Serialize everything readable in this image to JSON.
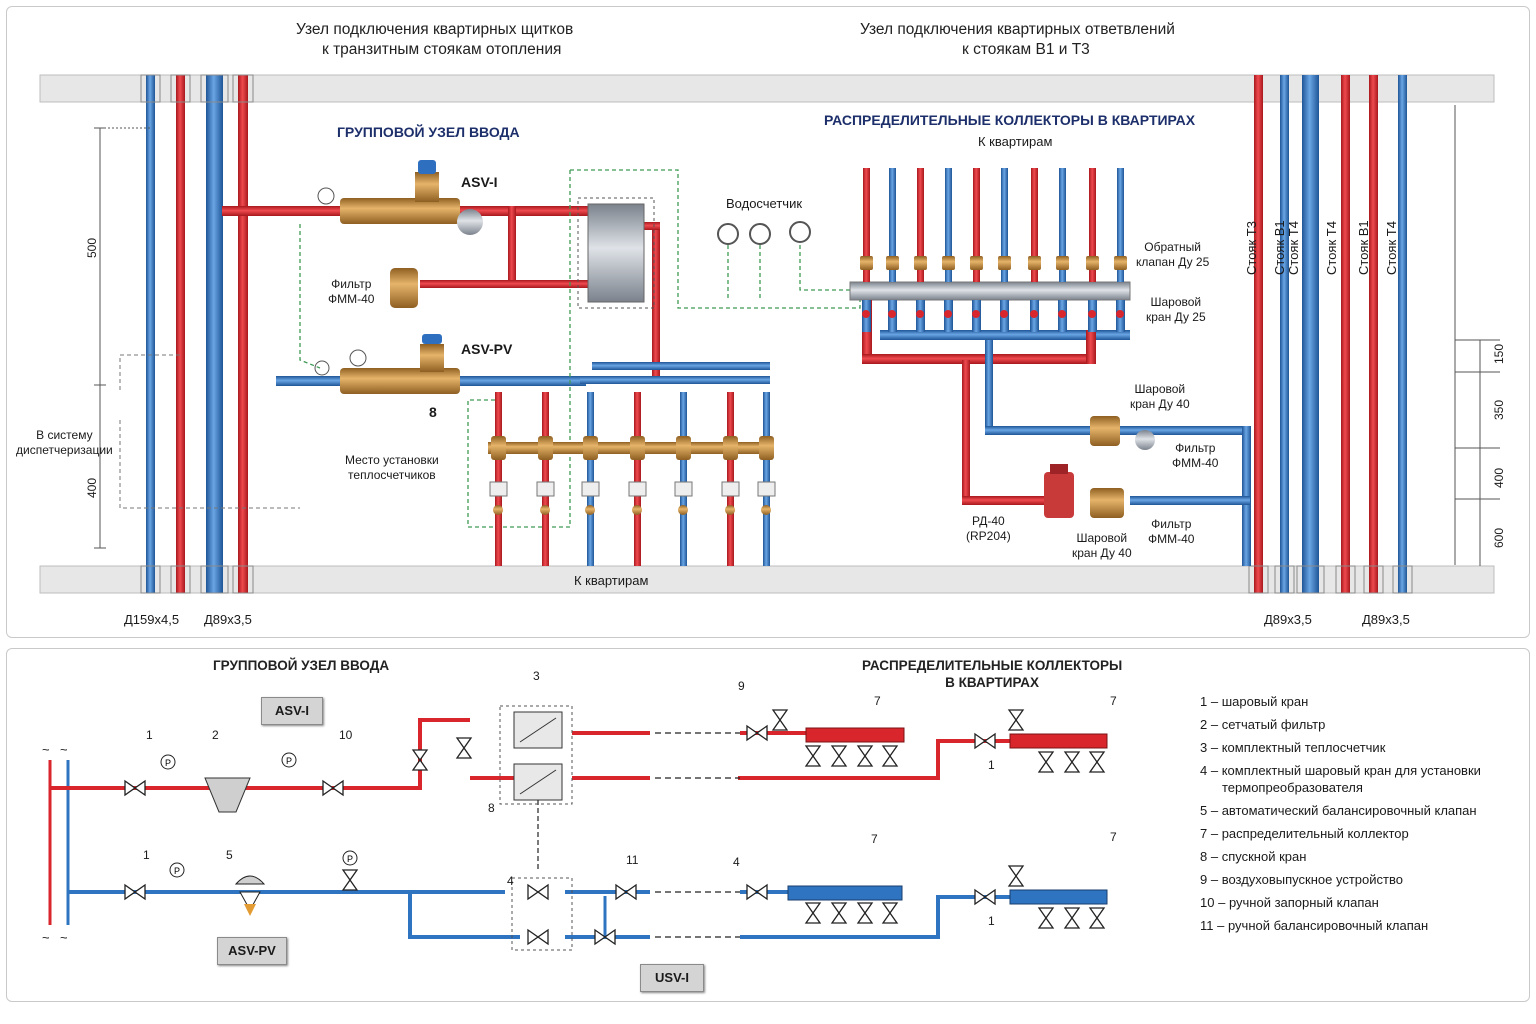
{
  "top": {
    "header_left": [
      "Узел подключения квартирных щитков",
      "к транзитным стоякам отопления"
    ],
    "header_right": [
      "Узел подключения квартирных ответвлений",
      "к стоякам В1 и Т3"
    ],
    "group_title": "ГРУППОВОЙ УЗЕЛ ВВОДА",
    "collectors_title": "РАСПРЕДЕЛИТЕЛЬНЫЕ КОЛЛЕКТОРЫ В КВАРТИРАХ",
    "to_apartments_top": "К квартирам",
    "to_apartments_bottom": "К квартирам",
    "asv_i": "ASV-I",
    "asv_pv": "ASV-PV",
    "num_8": "8",
    "filter_left": [
      "Фильтр",
      "ФММ-40"
    ],
    "water_meter": "Водосчетчик",
    "check_valve": [
      "Обратный",
      "клапан Ду 25"
    ],
    "ball_valve_25": [
      "Шаровой",
      "кран Ду 25"
    ],
    "ball_valve_40_a": [
      "Шаровой",
      "кран Ду 40"
    ],
    "filter_fmm_a": [
      "Фильтр",
      "ФММ-40"
    ],
    "rd40": [
      "РД-40",
      "(RP204)"
    ],
    "ball_valve_40_b": [
      "Шаровой",
      "кран Ду 40"
    ],
    "filter_fmm_b": [
      "Фильтр",
      "ФММ-40"
    ],
    "heat_meters_place": [
      "Место установки",
      "теплосчетчиков"
    ],
    "dispatch": [
      "В систему",
      "диспетчеризации"
    ],
    "dim_500": "500",
    "dim_400_left": "400",
    "dim_150": "150",
    "dim_350": "350",
    "dim_400_right": "400",
    "dim_600": "600",
    "d159": "Д159х4,5",
    "d89_left": "Д89х3,5",
    "d89_right1": "Д89х3,5",
    "d89_right2": "Д89х3,5",
    "risers": [
      "Стояк Т3",
      "Стояк В1",
      "Стояк Т4",
      "Стояк Т4",
      "Стояк В1",
      "Стояк Т4"
    ]
  },
  "bottom": {
    "group_title": "ГРУППОВОЙ УЗЕЛ ВВОДА",
    "collectors_title": [
      "РАСПРЕДЕЛИТЕЛЬНЫЕ КОЛЛЕКТОРЫ",
      "В КВАРТИРАХ"
    ],
    "tag_asv_i": "ASV-I",
    "tag_asv_pv": "ASV-PV",
    "tag_usv_i": "USV-I",
    "gauge_letter": "P",
    "wave": "~",
    "numbers": {
      "n1a": "1",
      "n2": "2",
      "n10": "10",
      "n3": "3",
      "n8": "8",
      "n9": "9",
      "n7a": "7",
      "n7b": "7",
      "n1b": "1",
      "n1c": "1",
      "n5": "5",
      "n4a": "4",
      "n11": "11",
      "n4b": "4",
      "n7c": "7",
      "n7d": "7",
      "n1d": "1"
    },
    "legend": [
      {
        "num": "1",
        "text": "шаровый кран"
      },
      {
        "num": "2",
        "text": "сетчатый фильтр"
      },
      {
        "num": "3",
        "text": "комплектный теплосчетчик"
      },
      {
        "num": "4",
        "text": "комплектный шаровый кран для установки",
        "text2": "термопреобразователя"
      },
      {
        "num": "5",
        "text": "автоматический балансировочный клапан"
      },
      {
        "num": "7",
        "text": "распределительный коллектор"
      },
      {
        "num": "8",
        "text": "спускной кран"
      },
      {
        "num": "9",
        "text": "воздуховыпускное устройство"
      },
      {
        "num": "10",
        "text": "ручной запорный клапан"
      },
      {
        "num": "11",
        "text": "ручной балансировочный клапан"
      }
    ]
  },
  "colors": {
    "supply": "#d8262c",
    "return": "#2f74c0",
    "brass": "#c8913f",
    "steel": "#a7adb5",
    "slab": "#e6e6e6",
    "green_dash": "#3f9a55"
  }
}
